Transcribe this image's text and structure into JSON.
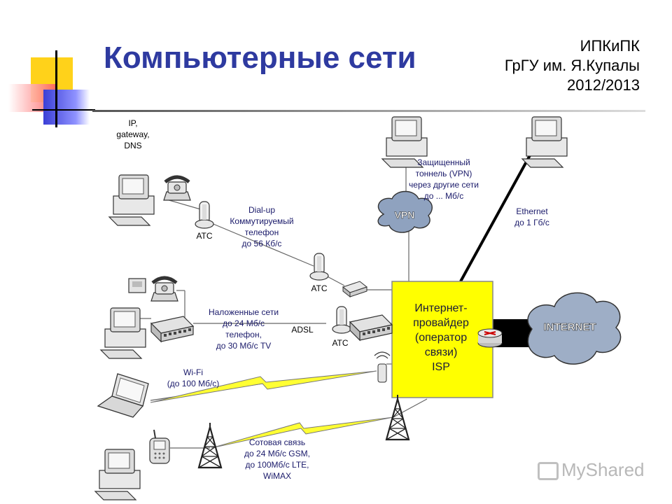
{
  "title": "Компьютерные сети",
  "org": {
    "line1": "ИПКиПК",
    "line2": "ГрГУ им. Я.Купалы",
    "line3": "2012/2013"
  },
  "labels": {
    "ip": [
      "IP,",
      "gateway,",
      "DNS"
    ],
    "atc": "АТС",
    "dialup": [
      "Dial-up",
      "Коммутируемый",
      "телефон",
      "до 56 Кб/с"
    ],
    "vpn_tunnel": [
      "Защищенный",
      "тоннель (VPN)",
      "через другие сети",
      "до ... Мб/с"
    ],
    "vpn_cloud": "VPN",
    "ethernet": [
      "Ethernet",
      "до 1 Гб/с"
    ],
    "overlay": [
      "Наложенные сети",
      "до 24 Мб/с",
      "телефон,",
      "до 30 Мб/с TV"
    ],
    "adsl": "ADSL",
    "isp": [
      "Интернет-",
      "провайдер",
      "(оператор",
      "связи)",
      "ISP"
    ],
    "internet": "INTERNET",
    "wifi": [
      "Wi-Fi",
      "(до 100 Мб/с)"
    ],
    "cellular": [
      "Сотовая связь",
      "до 24 Мб/с GSM,",
      "до 100Мб/с LTE,",
      "WiMAX"
    ]
  },
  "watermark": "MyShared",
  "colors": {
    "title": "#2e3aa0",
    "isp_box": "#ffff00",
    "label": "#1a1a6a",
    "lightning": "#ffff33"
  }
}
